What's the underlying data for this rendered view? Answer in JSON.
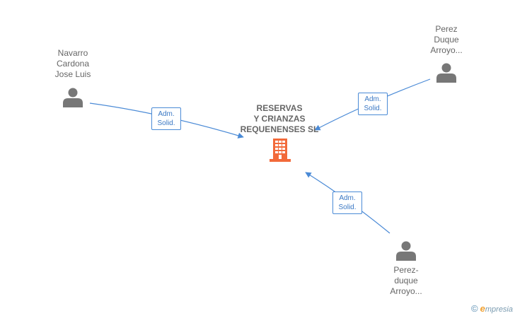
{
  "company": {
    "name_lines": [
      "RESERVAS",
      "Y CRIANZAS",
      "REQUENENSES SL"
    ],
    "icon": "building-icon",
    "color": "#f26a3a"
  },
  "people": [
    {
      "id": "navarro",
      "name_lines": [
        "Navarro",
        "Cardona",
        "Jose Luis"
      ],
      "icon": "person-icon"
    },
    {
      "id": "perez-duque",
      "name_lines": [
        "Perez",
        "Duque",
        "Arroyo..."
      ],
      "icon": "person-icon"
    },
    {
      "id": "perez-duque-2",
      "name_lines": [
        "Perez-",
        "duque",
        "Arroyo..."
      ],
      "icon": "person-icon"
    }
  ],
  "relations": [
    {
      "from": "navarro",
      "label_lines": [
        "Adm.",
        "Solid."
      ]
    },
    {
      "from": "perez-duque",
      "label_lines": [
        "Adm.",
        "Solid."
      ]
    },
    {
      "from": "perez-duque-2",
      "label_lines": [
        "Adm.",
        "Solid."
      ]
    }
  ],
  "colors": {
    "edge": "#4a8ad6",
    "person": "#777777",
    "text": "#666666"
  },
  "footer": {
    "copyright_symbol": "©",
    "brand_initial": "e",
    "brand_rest": "mpresia"
  }
}
